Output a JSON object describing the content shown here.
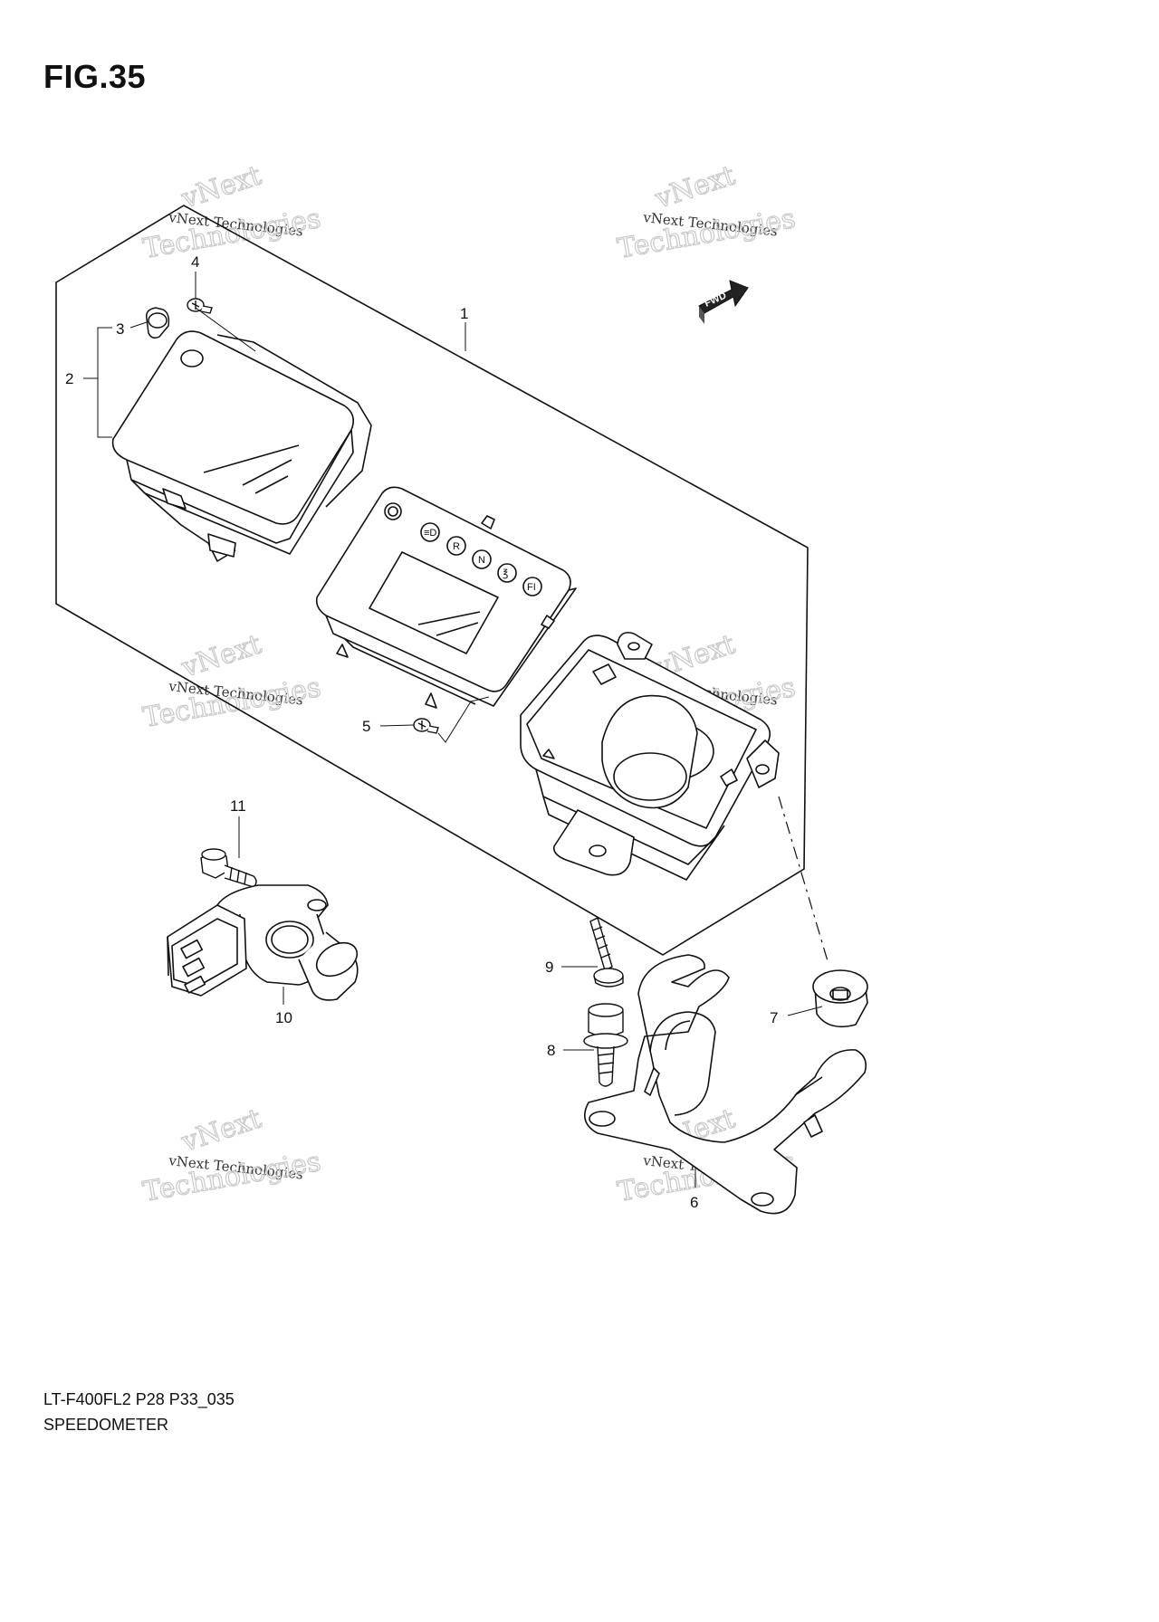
{
  "figure": {
    "title": "FIG.35"
  },
  "watermark": {
    "line1": "vNext",
    "line2": "vNext Technologies",
    "line3": "Technologies"
  },
  "fwd_label": "FWD",
  "callouts": {
    "c1": "1",
    "c2": "2",
    "c3": "3",
    "c4": "4",
    "c5": "5",
    "c6": "6",
    "c7": "7",
    "c8": "8",
    "c9": "9",
    "c10": "10",
    "c11": "11"
  },
  "indicators": {
    "i1": "≡D",
    "i2": "R",
    "i3": "N",
    "i4": "℥",
    "i5": "FI"
  },
  "footer": {
    "code": "LT-F400FL2 P28 P33_035",
    "title": "SPEEDOMETER"
  }
}
